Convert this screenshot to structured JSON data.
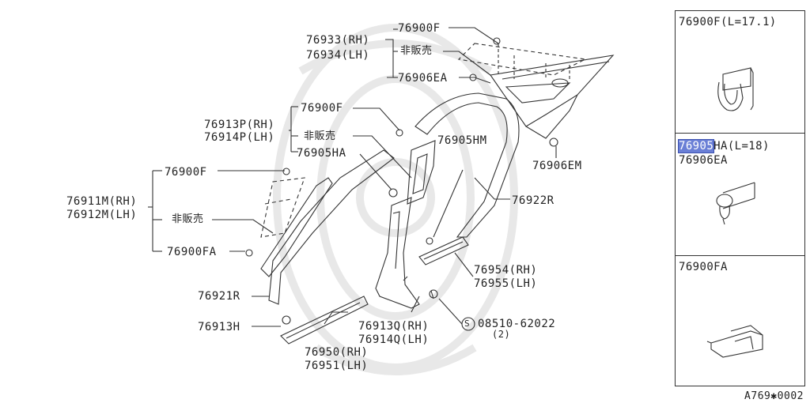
{
  "labels": {
    "p_76900F_top": "76900F",
    "p_76933": "76933(RH)",
    "p_76934": "76934(LH)",
    "p_hibaibai_top": "非販売",
    "p_76906EA": "76906EA",
    "p_76913P": "76913P(RH)",
    "p_76914P": "76914P(LH)",
    "p_76900F_mid": "76900F",
    "p_hibaibai_mid": "非販売",
    "p_76905HA": "76905HA",
    "p_76905HM": "76905HM",
    "p_76906EM": "76906EM",
    "p_76922R": "76922R",
    "p_76911M": "76911M(RH)",
    "p_76912M": "76912M(LH)",
    "p_76900F_left": "76900F",
    "p_hibaibai_left": "非販売",
    "p_76900FA": "76900FA",
    "p_76921R": "76921R",
    "p_76913H": "76913H",
    "p_76954": "76954(RH)",
    "p_76955": "76955(LH)",
    "p_76913Q": "76913Q(RH)",
    "p_76914Q": "76914Q(LH)",
    "p_screw_symbol": "S",
    "p_screw": "08510-62022",
    "p_screw_qty": "(2)",
    "p_76950": "76950(RH)",
    "p_76951": "76951(LH)"
  },
  "panels": {
    "clip_f": {
      "title": "76900F(L=17.1)"
    },
    "clip_ha": {
      "title_highlight": "76905",
      "title_rest": "HA(L=18)",
      "subtitle": "76906EA"
    },
    "clip_fa": {
      "title": "76900FA"
    }
  },
  "footer": "A769✱0002",
  "colors": {
    "highlight": "#6a7fd6",
    "line": "#333333",
    "watermark": "#e6e6e6"
  }
}
